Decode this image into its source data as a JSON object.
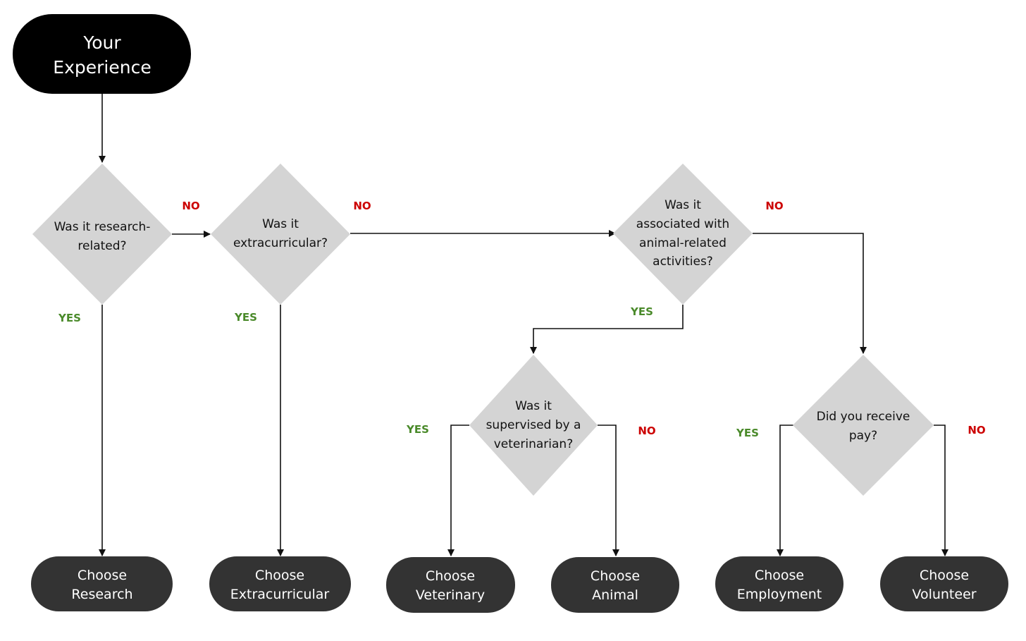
{
  "colors": {
    "start_fill": "#000000",
    "decision_fill": "#d4d4d4",
    "outcome_fill": "#333333",
    "yes": "#4a8a2a",
    "no": "#cc0000",
    "line": "#111111"
  },
  "start": {
    "lines": [
      "Your",
      "Experience"
    ]
  },
  "decisions": {
    "research": {
      "lines": [
        "Was it research-",
        "related?"
      ]
    },
    "extracurricular": {
      "lines": [
        "Was it",
        "extracurricular?"
      ]
    },
    "animal": {
      "lines": [
        "Was it",
        "associated with",
        "animal-related",
        "activities?"
      ]
    },
    "veterinarian": {
      "lines": [
        "Was it",
        "supervised by a",
        "veterinarian?"
      ]
    },
    "pay": {
      "lines": [
        "Did you receive",
        "pay?"
      ]
    }
  },
  "outcomes": {
    "research": {
      "lines": [
        "Choose",
        "Research"
      ]
    },
    "extracurricular": {
      "lines": [
        "Choose",
        "Extracurricular"
      ]
    },
    "veterinary": {
      "lines": [
        "Choose",
        "Veterinary"
      ]
    },
    "animal": {
      "lines": [
        "Choose",
        "Animal"
      ]
    },
    "employment": {
      "lines": [
        "Choose",
        "Employment"
      ]
    },
    "volunteer": {
      "lines": [
        "Choose",
        "Volunteer"
      ]
    }
  },
  "edge_labels": {
    "yes": "YES",
    "no": "NO"
  }
}
